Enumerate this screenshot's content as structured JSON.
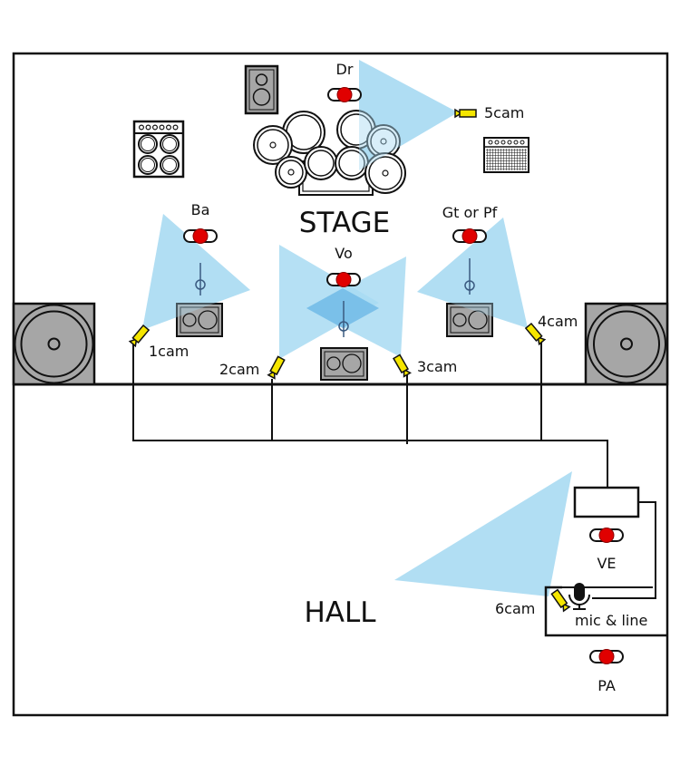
{
  "diagram": {
    "title_stage": "STAGE",
    "title_hall": "HALL",
    "colors": {
      "camera_view": "#a8daf2",
      "camera_overlap": "#74bde8",
      "camera_body": "#f5e600",
      "mic_dot": "#e00000",
      "gear_fill": "#a6a6a6",
      "line": "#111111"
    },
    "performers": [
      {
        "id": "dr",
        "label": "Dr"
      },
      {
        "id": "ba",
        "label": "Ba"
      },
      {
        "id": "vo",
        "label": "Vo"
      },
      {
        "id": "gt",
        "label": "Gt or Pf"
      }
    ],
    "cameras": [
      {
        "id": "cam1",
        "label": "1cam"
      },
      {
        "id": "cam2",
        "label": "2cam"
      },
      {
        "id": "cam3",
        "label": "3cam"
      },
      {
        "id": "cam4",
        "label": "4cam"
      },
      {
        "id": "cam5",
        "label": "5cam"
      },
      {
        "id": "cam6",
        "label": "6cam"
      }
    ],
    "hall_positions": [
      {
        "id": "ve",
        "label": "VE"
      },
      {
        "id": "pa",
        "label": "PA"
      }
    ],
    "mic_line_label": "mic & line",
    "icons": {
      "camera": "video-camera-icon",
      "mic": "microphone-icon",
      "speaker": "speaker-icon",
      "amp": "amplifier-icon",
      "monitor": "monitor-wedge-icon",
      "drums": "drum-kit-icon",
      "person": "performer-position-icon"
    }
  }
}
